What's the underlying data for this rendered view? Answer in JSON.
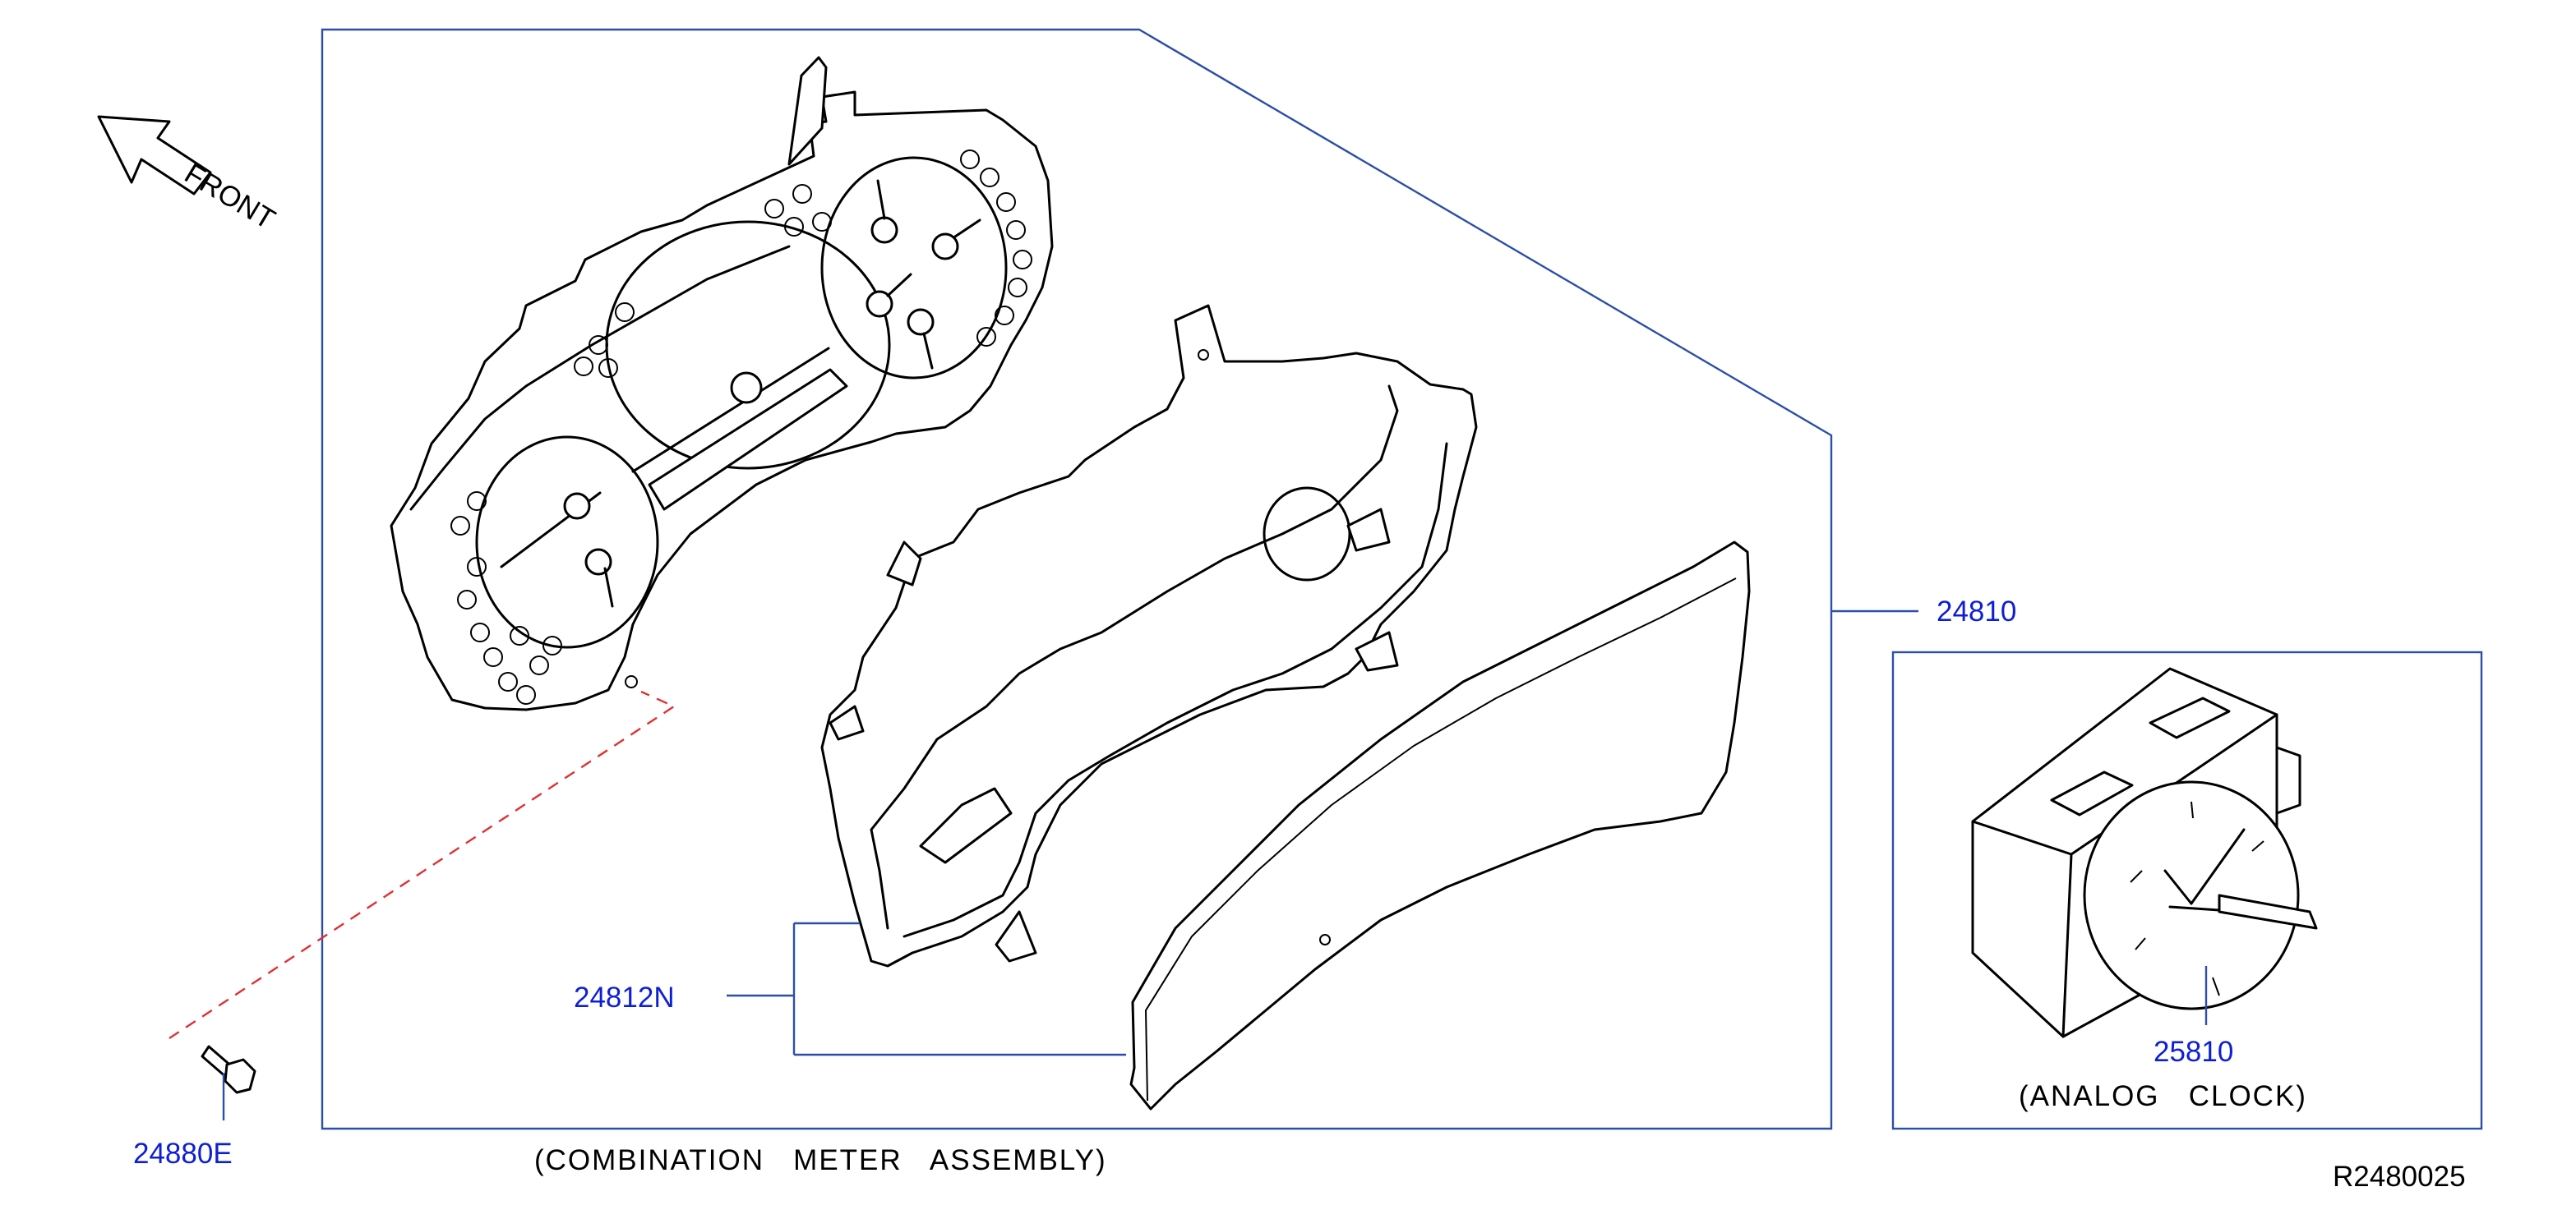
{
  "direction": {
    "label": "FRONT",
    "icon": "front-arrow-icon"
  },
  "parts": {
    "p24810": {
      "number": "24810"
    },
    "p24812n": {
      "number": "24812N"
    },
    "p24880e": {
      "number": "24880E"
    },
    "p25810": {
      "number": "25810"
    }
  },
  "captions": {
    "combination_meter": "(COMBINATION   METER   ASSEMBLY)",
    "analog_clock": "(ANALOG   CLOCK)"
  },
  "diagram_id": "R2480025",
  "colors": {
    "part_number": "#0d1fd6",
    "leader_line": "#2b4fa8",
    "dashed_leader": "#e03030",
    "ink": "#000000"
  }
}
